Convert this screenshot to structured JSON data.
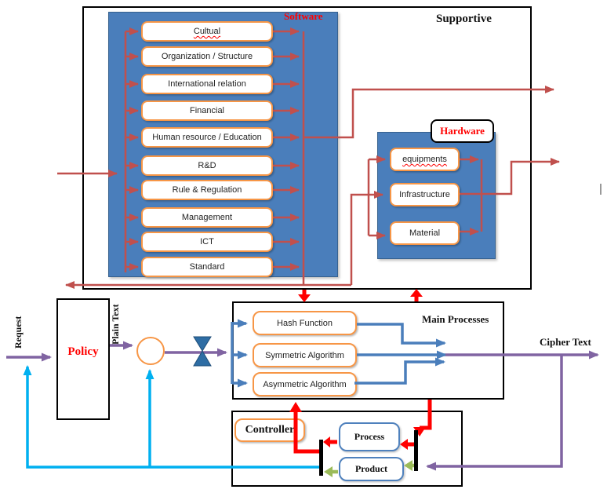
{
  "supportive": {
    "label": "Supportive"
  },
  "software": {
    "label": "Software",
    "items": [
      "Cultual",
      "Organization / Structure",
      "International relation",
      "Financial",
      "Human resource / Education",
      "R&D",
      "Rule & Regulation",
      "Management",
      "ICT",
      "Standard"
    ]
  },
  "hardware": {
    "label": "Hardware",
    "items": [
      "equipments",
      "Infrastructure",
      "Material"
    ]
  },
  "main_processes": {
    "label": "Main Processes",
    "items": [
      "Hash Function",
      "Symmetric Algorithm",
      "Asymmetric Algorithm"
    ]
  },
  "controller": {
    "label": "Controller",
    "process": "Process",
    "product": "Product"
  },
  "io": {
    "request": "Request",
    "policy": "Policy",
    "plain_text": "Plain Text",
    "cipher_text": "Cipher Text"
  },
  "colors": {
    "panel_blue": "#4A7EBB",
    "box_orange": "#F79646",
    "arrow_brick": "#C0504D",
    "arrow_bright_red": "#FF0000",
    "arrow_blue": "#4A7EBB",
    "arrow_purple": "#8064A2",
    "arrow_cyan": "#00B0F0",
    "arrow_green": "#9BBB59",
    "label_red": "#FF0000"
  }
}
